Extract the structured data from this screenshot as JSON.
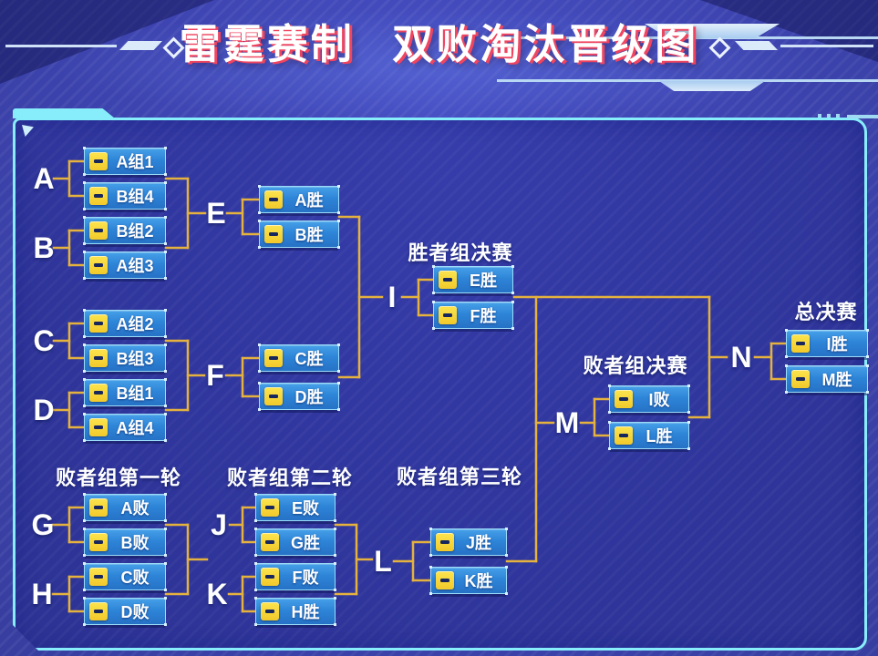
{
  "title": "雷霆赛制 双败淘汰晋级图",
  "round_labels": [
    {
      "id": "winners-final",
      "text": "胜者组决赛"
    },
    {
      "id": "losers-final",
      "text": "败者组决赛"
    },
    {
      "id": "grand-final",
      "text": "总决赛"
    },
    {
      "id": "losers-round-1",
      "text": "败者组第一轮"
    },
    {
      "id": "losers-round-2",
      "text": "败者组第二轮"
    },
    {
      "id": "losers-round-3",
      "text": "败者组第三轮"
    }
  ],
  "match_letters": [
    {
      "id": "A",
      "text": "A"
    },
    {
      "id": "B",
      "text": "B"
    },
    {
      "id": "C",
      "text": "C"
    },
    {
      "id": "D",
      "text": "D"
    },
    {
      "id": "E",
      "text": "E"
    },
    {
      "id": "F",
      "text": "F"
    },
    {
      "id": "G",
      "text": "G"
    },
    {
      "id": "H",
      "text": "H"
    },
    {
      "id": "I",
      "text": "I"
    },
    {
      "id": "J",
      "text": "J"
    },
    {
      "id": "K",
      "text": "K"
    },
    {
      "id": "L",
      "text": "L"
    },
    {
      "id": "M",
      "text": "M"
    },
    {
      "id": "N",
      "text": "N"
    }
  ],
  "slots": [
    {
      "id": "wr1-a-top",
      "label": "A组1"
    },
    {
      "id": "wr1-a-bottom",
      "label": "B组4"
    },
    {
      "id": "wr1-b-top",
      "label": "B组2"
    },
    {
      "id": "wr1-b-bottom",
      "label": "A组3"
    },
    {
      "id": "wr1-c-top",
      "label": "A组2"
    },
    {
      "id": "wr1-c-bottom",
      "label": "B组3"
    },
    {
      "id": "wr1-d-top",
      "label": "B组1"
    },
    {
      "id": "wr1-d-bottom",
      "label": "A组4"
    },
    {
      "id": "match-e-top",
      "label": "A胜"
    },
    {
      "id": "match-e-bottom",
      "label": "B胜"
    },
    {
      "id": "match-f-top",
      "label": "C胜"
    },
    {
      "id": "match-f-bottom",
      "label": "D胜"
    },
    {
      "id": "match-i-top",
      "label": "E胜"
    },
    {
      "id": "match-i-bottom",
      "label": "F胜"
    },
    {
      "id": "match-m-top",
      "label": "I败"
    },
    {
      "id": "match-m-bottom",
      "label": "L胜"
    },
    {
      "id": "final-n-top",
      "label": "I胜"
    },
    {
      "id": "final-n-bottom",
      "label": "M胜"
    },
    {
      "id": "lr1-g-top",
      "label": "A败"
    },
    {
      "id": "lr1-g-bottom",
      "label": "B败"
    },
    {
      "id": "lr1-h-top",
      "label": "C败"
    },
    {
      "id": "lr1-h-bottom",
      "label": "D败"
    },
    {
      "id": "lr2-j-top",
      "label": "E败"
    },
    {
      "id": "lr2-j-bottom",
      "label": "G胜"
    },
    {
      "id": "lr2-k-top",
      "label": "F败"
    },
    {
      "id": "lr2-k-bottom",
      "label": "H胜"
    },
    {
      "id": "lr3-l-top",
      "label": "J胜"
    },
    {
      "id": "lr3-l-bottom",
      "label": "K胜"
    }
  ],
  "colors": {
    "background": "#3C43AE",
    "panel_fill": "#333A9E",
    "panel_border": "#87EDFA",
    "connector": "#E5B23E",
    "box_fill": "#2E85D8",
    "box_border": "#9BDCF8",
    "tag_yellow": "#F6D42F",
    "tag_dash": "#17265C",
    "title_text": "#FFFFFF",
    "title_shadow": "#EF4560",
    "ornament_blue": "#B7D7F3"
  }
}
